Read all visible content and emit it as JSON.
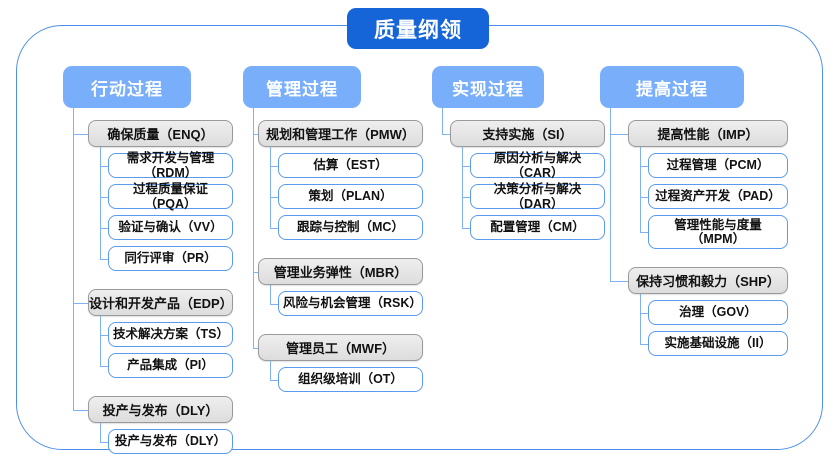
{
  "diagram": {
    "title": "质量纲领",
    "colors": {
      "root_box": "#1565d8",
      "column_header": "#79aefa",
      "group_header_fill": "#dddddd",
      "group_header_border": "#9a9a9a",
      "leaf_border": "#5a9bf0",
      "connector": "#7fb2f2",
      "outer_frame": "#4a90e8"
    },
    "columns": [
      {
        "header": "行动过程",
        "groups": [
          {
            "header": "确保质量（ENQ）",
            "items": [
              "需求开发与管理（RDM）",
              "过程质量保证（PQA）",
              "验证与确认（VV）",
              "同行评审（PR）"
            ]
          },
          {
            "header": "设计和开发产品（EDP）",
            "items": [
              "技术解决方案（TS）",
              "产品集成（PI）"
            ]
          },
          {
            "header": "投产与发布（DLY）",
            "items": [
              "投产与发布（DLY）"
            ]
          }
        ]
      },
      {
        "header": "管理过程",
        "groups": [
          {
            "header": "规划和管理工作（PMW）",
            "items": [
              "估算（EST）",
              "策划（PLAN）",
              "跟踪与控制（MC）"
            ]
          },
          {
            "header": "管理业务弹性（MBR）",
            "items": [
              "风险与机会管理（RSK）"
            ]
          },
          {
            "header": "管理员工（MWF）",
            "items": [
              "组织级培训（OT）"
            ]
          }
        ]
      },
      {
        "header": "实现过程",
        "groups": [
          {
            "header": "支持实施（SI）",
            "items": [
              "原因分析与解决（CAR）",
              "决策分析与解决（DAR）",
              "配置管理（CM）"
            ]
          }
        ]
      },
      {
        "header": "提高过程",
        "groups": [
          {
            "header": "提高性能（IMP）",
            "items": [
              "过程管理（PCM）",
              "过程资产开发（PAD）",
              "管理性能与度量\n（MPM）"
            ]
          },
          {
            "header": "保持习惯和毅力（SHP）",
            "items": [
              "治理（GOV）",
              "实施基础设施（II）"
            ]
          }
        ]
      }
    ]
  }
}
